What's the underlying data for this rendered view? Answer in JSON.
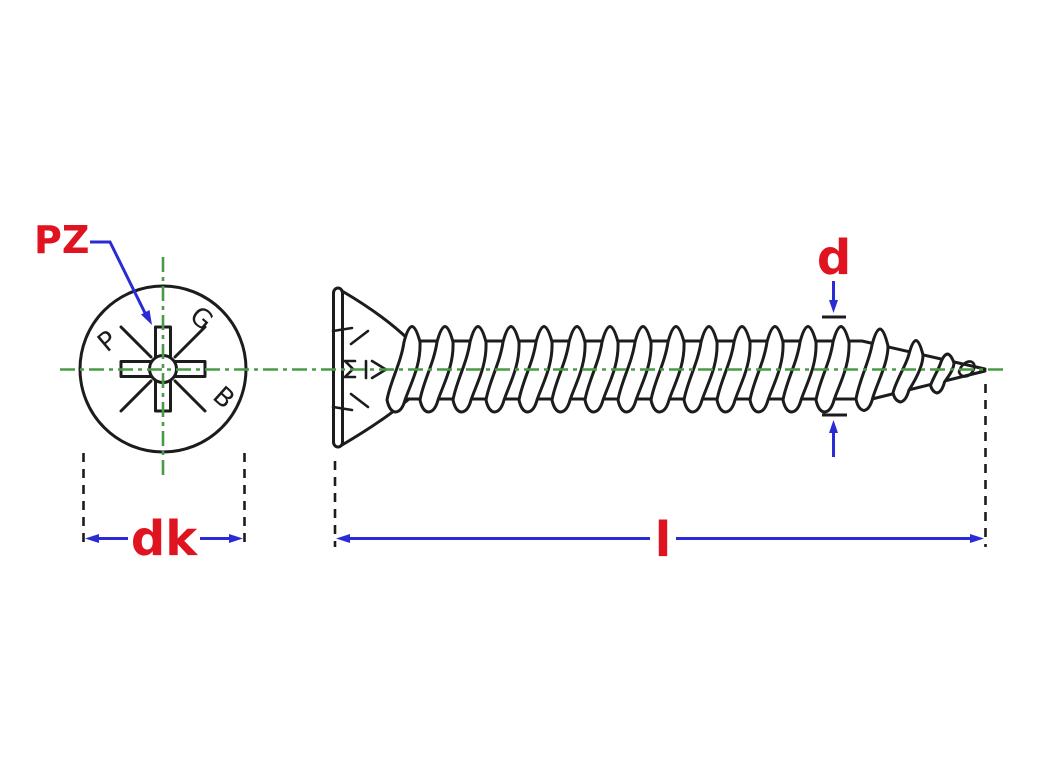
{
  "labels": {
    "drive_type": "PZ",
    "head_diameter": "dk",
    "thread_diameter": "d",
    "length": "l"
  },
  "head_letters": [
    "P",
    "G",
    "B"
  ],
  "colors": {
    "red": "#e01320",
    "blue": "#2b2bd6",
    "green": "#4a9a46",
    "line": "#1c1c1c",
    "background": "#ffffff"
  }
}
